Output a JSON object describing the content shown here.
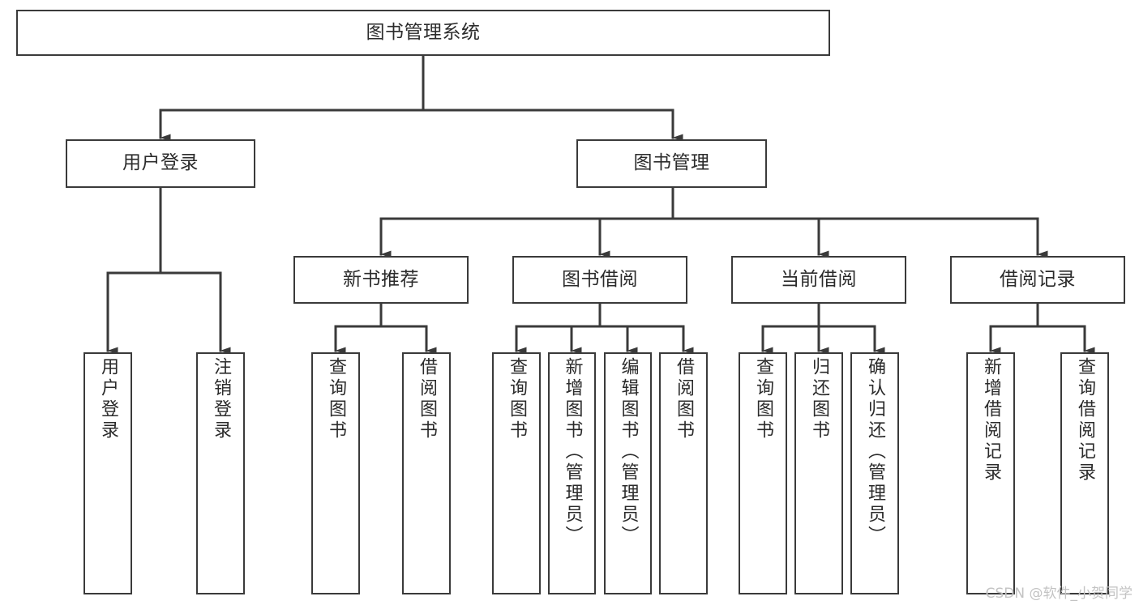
{
  "diagram": {
    "type": "tree-hierarchy-chart",
    "title": "图书管理系统",
    "line_color": "#3a3a3a",
    "text_color": "#2b2b2b",
    "background": "#ffffff",
    "watermark": "CSDN @软件_小贺同学",
    "root": {
      "label": "图书管理系统"
    },
    "level2": [
      {
        "label": "用户登录"
      },
      {
        "label": "图书管理"
      }
    ],
    "level3": [
      {
        "label": "新书推荐"
      },
      {
        "label": "图书借阅"
      },
      {
        "label": "当前借阅"
      },
      {
        "label": "借阅记录"
      }
    ],
    "leaves": {
      "user_login": [
        {
          "label": "用户登录"
        },
        {
          "label": "注销登录"
        }
      ],
      "new_book_recommend": [
        {
          "label": "查询图书"
        },
        {
          "label": "借阅图书"
        }
      ],
      "book_borrow": [
        {
          "label": "查询图书"
        },
        {
          "label": "新增图书（管理员）"
        },
        {
          "label": "编辑图书（管理员）"
        },
        {
          "label": "借阅图书"
        }
      ],
      "current_borrow": [
        {
          "label": "查询图书"
        },
        {
          "label": "归还图书"
        },
        {
          "label": "确认归还（管理员）"
        }
      ],
      "borrow_record": [
        {
          "label": "新增借阅记录"
        },
        {
          "label": "查询借阅记录"
        }
      ]
    }
  }
}
